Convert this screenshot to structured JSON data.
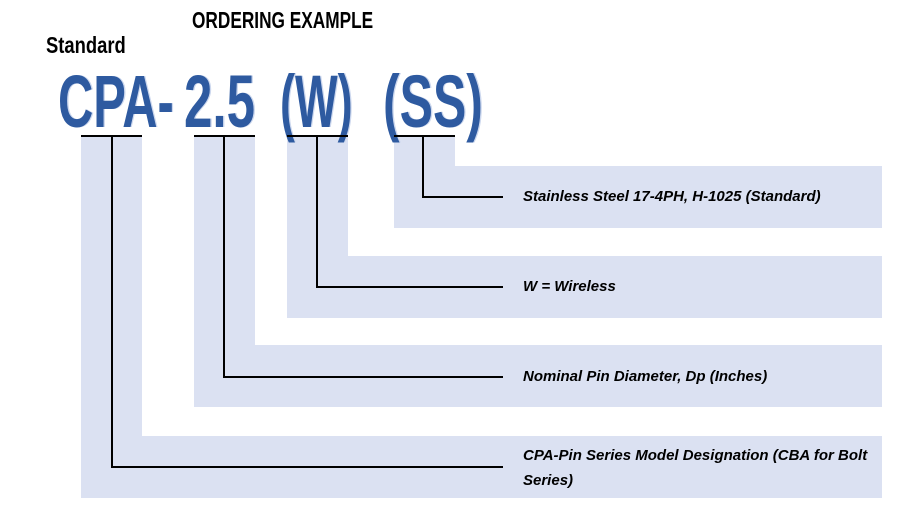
{
  "header": {
    "title": "ORDERING EXAMPLE",
    "subtitle": "Standard"
  },
  "model": {
    "full": "CPA-2.5 (W) (SS)",
    "segments": [
      {
        "text": "CPA-"
      },
      {
        "text": "2.5"
      },
      {
        "text": "(W)"
      },
      {
        "text": "(SS)"
      }
    ]
  },
  "callouts": [
    {
      "segment": "CPA",
      "label": "CPA-Pin Series Model Designation (CBA for Bolt Series)"
    },
    {
      "segment": "2.5",
      "label": "Nominal Pin Diameter, Dp (Inches)"
    },
    {
      "segment": "(W)",
      "label": "W = Wireless"
    },
    {
      "segment": "(SS)",
      "label": "Stainless Steel 17-4PH, H-1025 (Standard)"
    }
  ],
  "colors": {
    "band_fill": "#dbe1f2",
    "model_text": "#2e5aa0",
    "callout_line": "#000000"
  }
}
